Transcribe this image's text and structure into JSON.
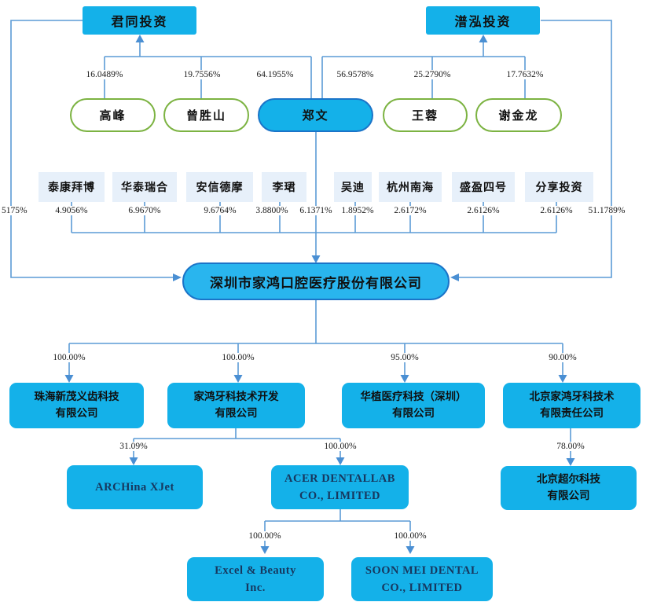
{
  "colors": {
    "box_cyan": "#14B1E9",
    "company_border": "#1B74C8",
    "green_border": "#7CB342",
    "light_box": "#E7F0FA",
    "connector": "#5B9BD5",
    "english_text": "#17375E"
  },
  "platforms": [
    {
      "label": "君同投资"
    },
    {
      "label": "潽泓投资"
    }
  ],
  "platform_owner_pcts": [
    "16.0489%",
    "19.7556%",
    "64.1955%",
    "56.9578%",
    "25.2790%",
    "17.7632%"
  ],
  "persons": [
    {
      "label": "高峰"
    },
    {
      "label": "曾胜山"
    },
    {
      "label": "郑文"
    },
    {
      "label": "王蓉"
    },
    {
      "label": "谢金龙"
    }
  ],
  "shareholders": [
    {
      "label": "泰康拜博",
      "pct": "4.9056%"
    },
    {
      "label": "华泰瑞合",
      "pct": "6.9670%"
    },
    {
      "label": "安信德摩",
      "pct": "9.6764%"
    },
    {
      "label": "李珺",
      "pct": "3.8800%"
    },
    {
      "label": "吴迪",
      "pct": "1.8952%"
    },
    {
      "label": "杭州南海",
      "pct": "2.6172%"
    },
    {
      "label": "盛盈四号",
      "pct": "2.6126%"
    },
    {
      "label": "分享投资",
      "pct": "2.6126%"
    }
  ],
  "zhengwen_direct_pct": "6.1371%",
  "left_edge_pct": "5175%",
  "right_edge_pct": "51.1789%",
  "company": {
    "label": "深圳市家鸿口腔医疗股份有限公司"
  },
  "subsidiaries": [
    {
      "label": "珠海新茂义齿科技\n有限公司",
      "pct": "100.00%"
    },
    {
      "label": "家鸿牙科技术开发\n有限公司",
      "pct": "100.00%"
    },
    {
      "label": "华植医疗科技（深圳）\n有限公司",
      "pct": "95.00%"
    },
    {
      "label": "北京家鸿牙科技术\n有限责任公司",
      "pct": "90.00%"
    }
  ],
  "level3": [
    {
      "label": "ARCHina XJet",
      "pct": "31.09%"
    },
    {
      "label": "ACER DENTALLAB\nCO., LIMITED",
      "pct": "100.00%"
    },
    {
      "label": "北京超尔科技\n有限公司",
      "pct": "78.00%"
    }
  ],
  "level4": [
    {
      "label": "Excel & Beauty\nInc.",
      "pct": "100.00%"
    },
    {
      "label": "SOON MEI DENTAL\nCO., LIMITED",
      "pct": "100.00%"
    }
  ]
}
